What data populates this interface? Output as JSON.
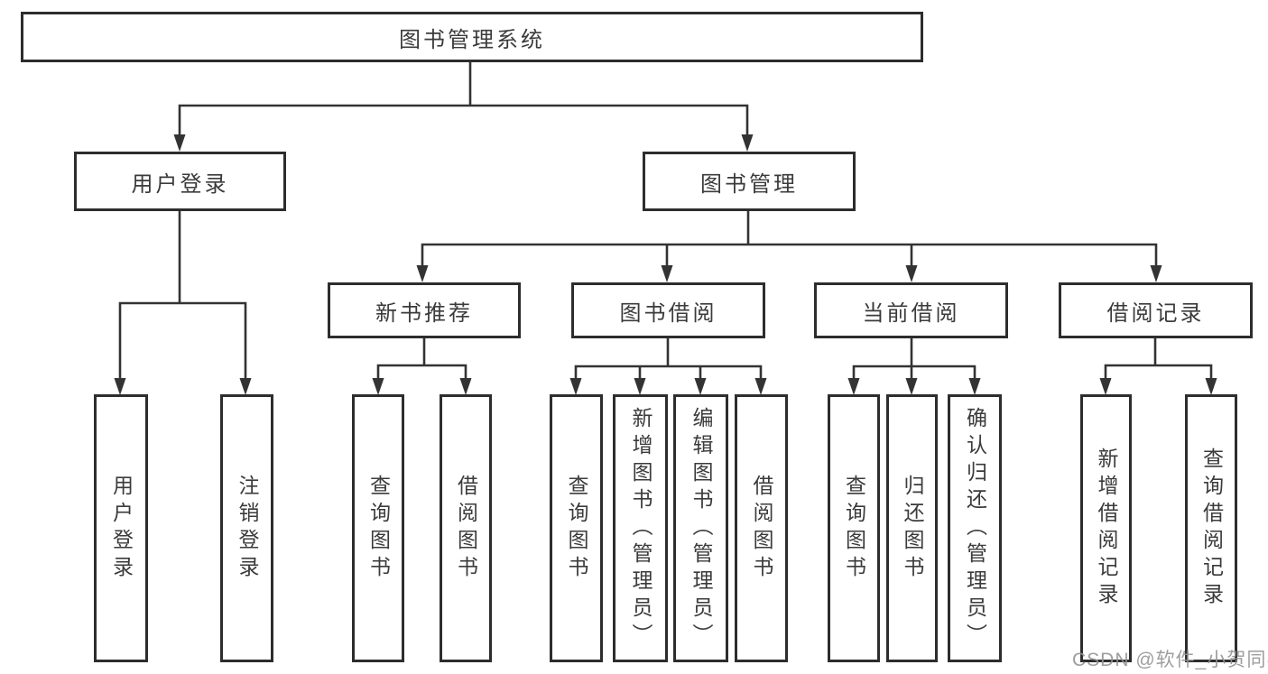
{
  "diagram_title": "图书管理系统",
  "nodes": {
    "root": "图书管理系统",
    "user_login": "用户登录",
    "book_mgmt": "图书管理",
    "new_book": "新书推荐",
    "book_borrow": "图书借阅",
    "current_borrow": "当前借阅",
    "borrow_records": "借阅记录",
    "leaf_user_login": "用户登录",
    "leaf_logout": "注销登录",
    "leaf_query_book_a": "查询图书",
    "leaf_borrow_book_a": "借阅图书",
    "leaf_query_book_b": "查询图书",
    "leaf_add_book": "新增图书（管理员）",
    "leaf_edit_book": "编辑图书（管理员）",
    "leaf_borrow_book_b": "借阅图书",
    "leaf_query_book_c": "查询图书",
    "leaf_return_book": "归还图书",
    "leaf_confirm_return": "确认归还（管理员）",
    "leaf_add_borrow_record": "新增借阅记录",
    "leaf_query_borrow_record": "查询借阅记录"
  },
  "hierarchy": {
    "root": "图书管理系统",
    "children": [
      {
        "label": "用户登录",
        "children": [
          "用户登录",
          "注销登录"
        ]
      },
      {
        "label": "图书管理",
        "children": [
          {
            "label": "新书推荐",
            "children": [
              "查询图书",
              "借阅图书"
            ]
          },
          {
            "label": "图书借阅",
            "children": [
              "查询图书",
              "新增图书（管理员）",
              "编辑图书（管理员）",
              "借阅图书"
            ]
          },
          {
            "label": "当前借阅",
            "children": [
              "查询图书",
              "归还图书",
              "确认归还（管理员）"
            ]
          },
          {
            "label": "借阅记录",
            "children": [
              "新增借阅记录",
              "查询借阅记录"
            ]
          }
        ]
      }
    ]
  },
  "watermark": "CSDN @软件_小贺同学",
  "colors": {
    "background": "#ffffff",
    "box_border": "#2d2d2d",
    "connector_line": "#333333",
    "text": "#3b3b3b",
    "watermark_text": "#949494"
  }
}
